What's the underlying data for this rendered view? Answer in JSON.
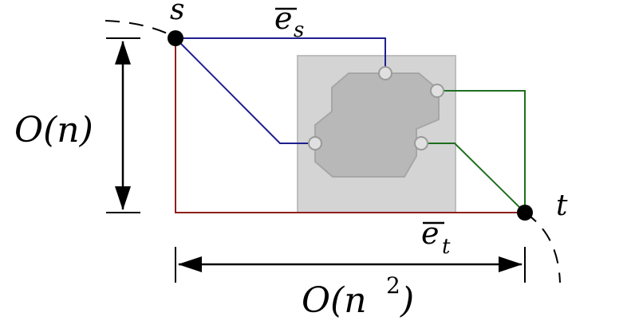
{
  "labels": {
    "source": "s",
    "target": "t",
    "edge_s_base": "e",
    "edge_s_sub": "s",
    "edge_t_base": "e",
    "edge_t_sub": "t",
    "height_dim": "O(n)",
    "width_dim_prefix": "O(n",
    "width_dim_sup": "2",
    "width_dim_suffix": ")"
  },
  "colors": {
    "path_s": "#1f1f8f",
    "path_t": "#1f6f1f",
    "path_bottom": "#8f1f1f",
    "gray_box": "#d4d4d4",
    "gray_box_border": "#bdbdbd",
    "inner_polygon": "#b8b8b8",
    "inner_polygon_border": "#a6a6a6",
    "port": "#e0e0e0",
    "port_border": "#9a9a9a",
    "node": "#000000"
  }
}
